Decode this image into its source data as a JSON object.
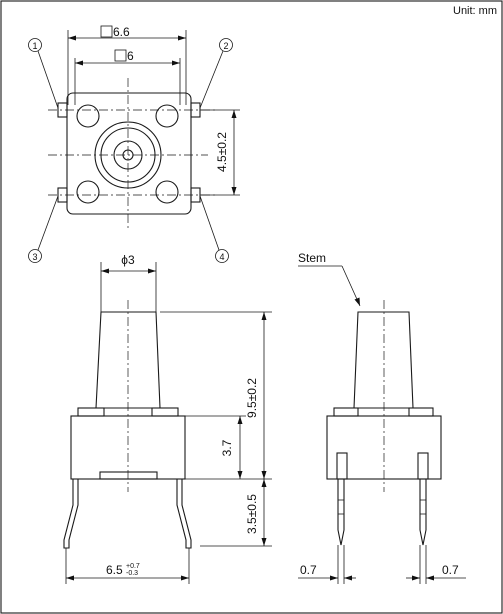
{
  "unit_label": "Unit: mm",
  "top_view": {
    "outer_width": "6.6",
    "inner_width": "6",
    "pin_spacing": "4.5±0.2",
    "terminals": [
      "1",
      "2",
      "3",
      "4"
    ]
  },
  "front_view": {
    "stem_diameter": "ϕ3",
    "stem_height": "9.5±0.2",
    "body_height": "3.7",
    "lead_length": "3.5±0.5",
    "lead_pitch_value": "6.5",
    "lead_pitch_tol_upper": "+0.7",
    "lead_pitch_tol_lower": "-0.3"
  },
  "side_view": {
    "stem_callout": "Stem",
    "lead_width_left": "0.7",
    "lead_width_right": "0.7"
  }
}
